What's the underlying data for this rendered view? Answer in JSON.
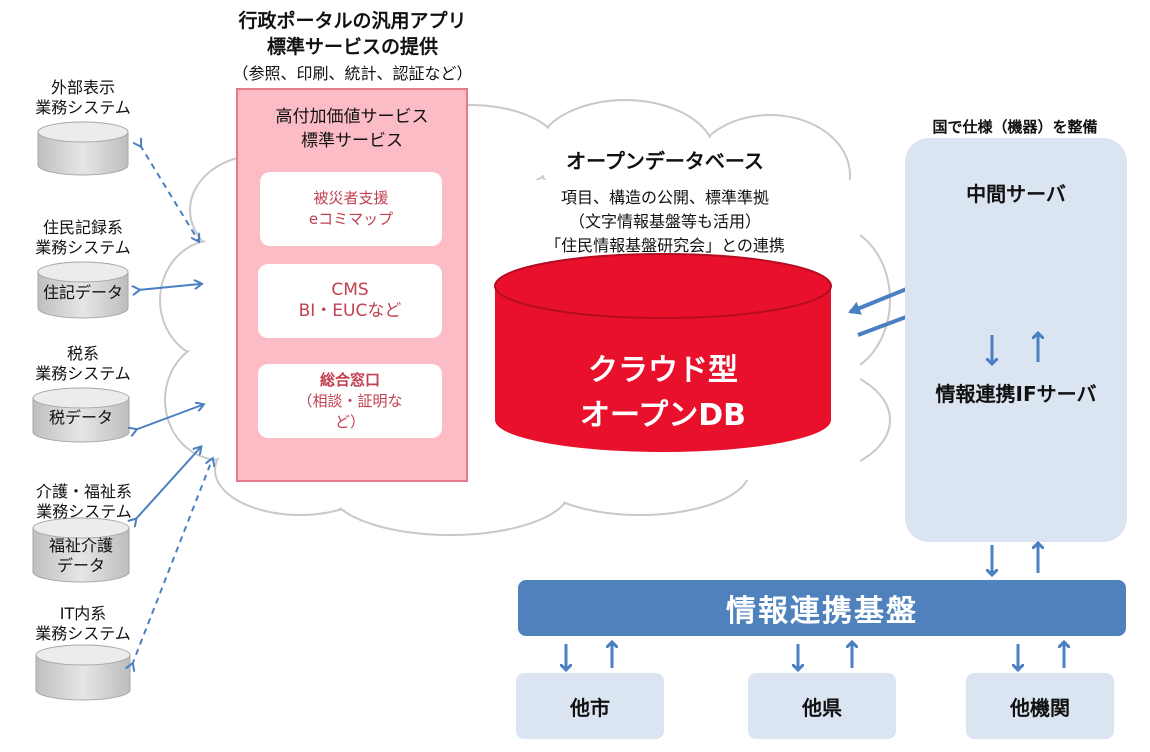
{
  "portal": {
    "title_line1": "行政ポータルの汎用アプリ",
    "title_line2": "標準サービスの提供",
    "title_line3": "（参照、印刷、統計、認証など）",
    "panel_header_line1": "高付加価値サービス",
    "panel_header_line2": "標準サービス",
    "cards": [
      {
        "line1": "被災者支援",
        "line2": "eコミマップ"
      },
      {
        "line1": "CMS",
        "line2": "BI・EUCなど"
      },
      {
        "line1": "総合窓口",
        "line2": "（相談・証明な",
        "line3": "ど）"
      }
    ]
  },
  "systems": [
    {
      "line1": "外部表示",
      "line2": "業務システム",
      "cyl_label": ""
    },
    {
      "line1": "住民記録系",
      "line2": "業務システム",
      "cyl_label": "住記データ"
    },
    {
      "line1": "税系",
      "line2": "業務システム",
      "cyl_label": "税データ"
    },
    {
      "line1": "介護・福祉系",
      "line2": "業務システム",
      "cyl_label": "福祉介護\nデータ"
    },
    {
      "line1": "IT内系",
      "line2": "業務システム",
      "cyl_label": ""
    }
  ],
  "opendata": {
    "title": "オープンデータベース",
    "desc_line1": "項目、構造の公開、標準準拠",
    "desc_line2": "（文字情報基盤等も活用）",
    "desc_line3": "「住民情報基盤研究会」との連携",
    "db_line1": "クラウド型",
    "db_line2": "オープンDB"
  },
  "servers": {
    "header": "国で仕様（機器）を整備",
    "middle": "中間サーバ",
    "ifserver": "情報連携IFサーバ"
  },
  "platform": {
    "bar_label": "情報連携基盤",
    "destinations": [
      "他市",
      "他県",
      "他機関"
    ]
  },
  "colors": {
    "db_red": "#e8102b",
    "arrow_blue": "#4a7fc1",
    "panel_pink": "#fbbcc6",
    "bar_blue": "#4f81bd",
    "box_lightblue": "#dbe5f1"
  }
}
